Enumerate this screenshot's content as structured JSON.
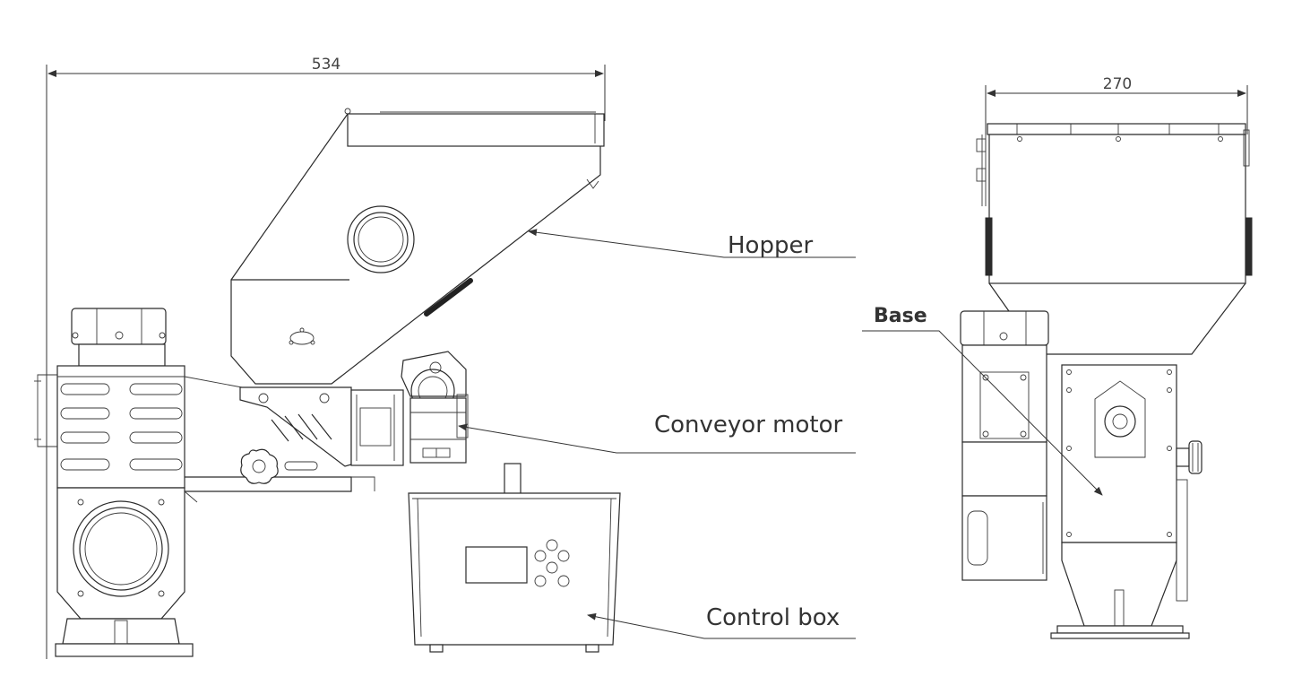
{
  "dimensions": {
    "width_label": "534",
    "depth_label": "270"
  },
  "callouts": {
    "hopper": "Hopper",
    "conveyor_motor": "Conveyor motor",
    "control_box": "Control box",
    "base": "Base"
  },
  "colors": {
    "line": "#2b2b2b",
    "text": "#333333",
    "background": "#ffffff"
  }
}
